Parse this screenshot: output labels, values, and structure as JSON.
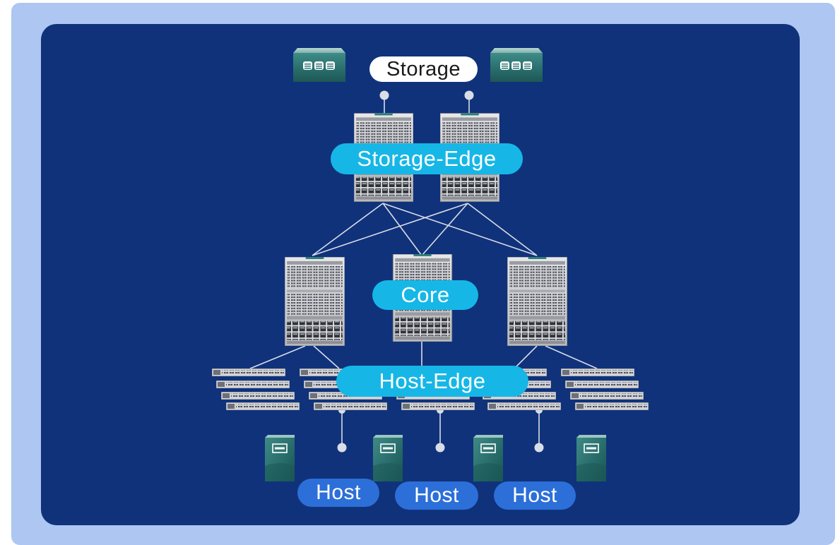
{
  "labels": {
    "storage": "Storage",
    "storage_edge": "Storage-Edge",
    "core": "Core",
    "host_edge": "Host-Edge",
    "hosts": [
      "Host",
      "Host",
      "Host"
    ]
  },
  "colors": {
    "outer_frame": "#adc6f2",
    "background_panel": "#10327b",
    "tier_label": "#16b7e6",
    "host_label": "#2c6fd8",
    "links": "#d9dde6",
    "storage_array": "#2f7a78"
  },
  "icons": {
    "storage": "storage-array-icon",
    "director": "director-switch-icon",
    "fabric_switch": "fabric-switch-icon",
    "host": "server-host-icon"
  }
}
